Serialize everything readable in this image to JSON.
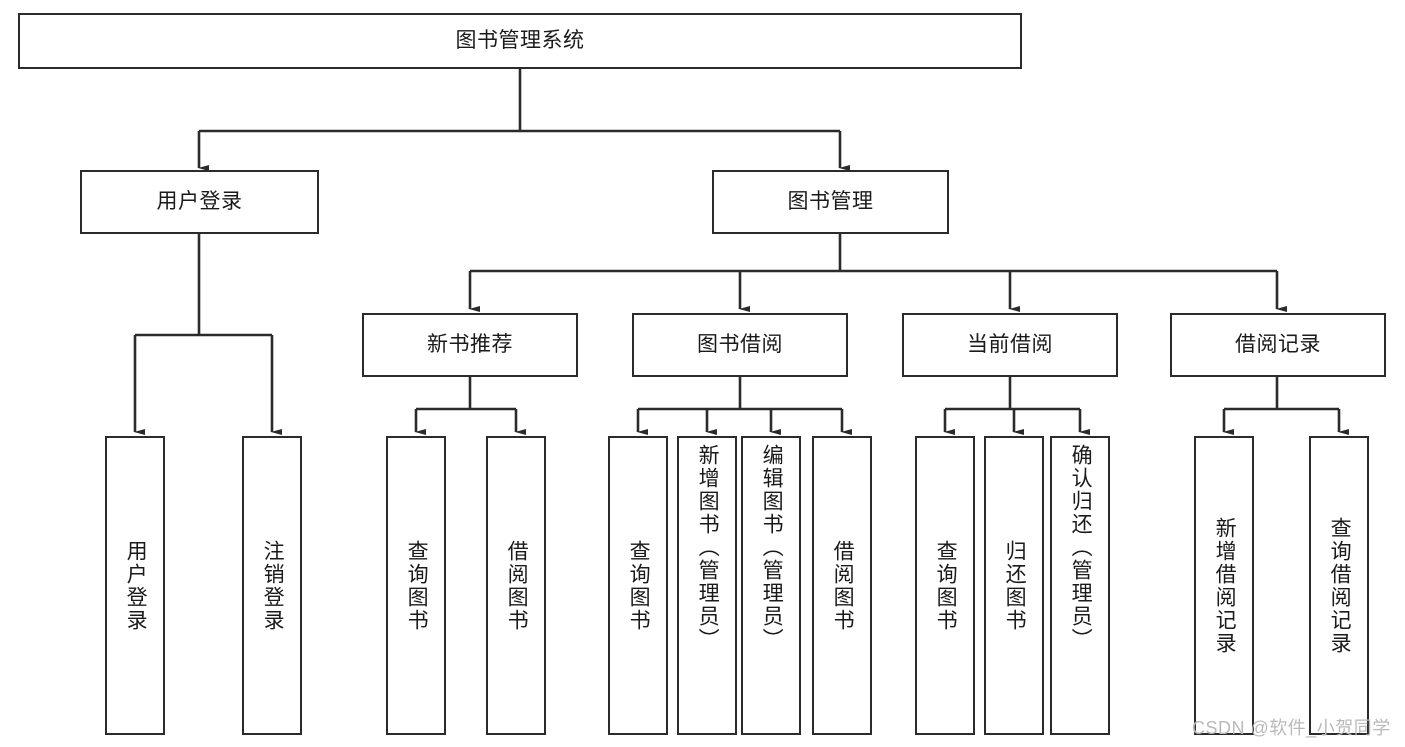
{
  "diagram": {
    "title": "图书管理系统",
    "type": "tree",
    "watermark": "CSDN @软件_小贺同学",
    "colors": {
      "box_border": "#2b2b2b",
      "box_fill": "#ffffff",
      "edge": "#2b2b2b",
      "text": "#1a1a1a",
      "watermark": "#b9b9b9"
    },
    "nodes": {
      "root": {
        "label": "图书管理系统",
        "level": 1,
        "orientation": "horizontal"
      },
      "l2": [
        {
          "id": "user-login",
          "label": "用户登录",
          "level": 2,
          "orientation": "horizontal"
        },
        {
          "id": "book-manage",
          "label": "图书管理",
          "level": 2,
          "orientation": "horizontal"
        }
      ],
      "l3": [
        {
          "id": "new-book-rec",
          "label": "新书推荐",
          "level": 3,
          "orientation": "horizontal"
        },
        {
          "id": "book-borrow",
          "label": "图书借阅",
          "level": 3,
          "orientation": "horizontal"
        },
        {
          "id": "current-borrow",
          "label": "当前借阅",
          "level": 3,
          "orientation": "horizontal"
        },
        {
          "id": "borrow-record",
          "label": "借阅记录",
          "level": 3,
          "orientation": "horizontal"
        }
      ],
      "leaves": [
        {
          "id": "leaf-user-login",
          "label": "用户登录",
          "parent": "用户登录",
          "orientation": "vertical"
        },
        {
          "id": "leaf-logout",
          "label": "注销登录",
          "parent": "用户登录",
          "orientation": "vertical"
        },
        {
          "id": "leaf-query-book-1",
          "label": "查询图书",
          "parent": "新书推荐",
          "orientation": "vertical"
        },
        {
          "id": "leaf-borrow-book-1",
          "label": "借阅图书",
          "parent": "新书推荐",
          "orientation": "vertical"
        },
        {
          "id": "leaf-query-book-2",
          "label": "查询图书",
          "parent": "图书借阅",
          "orientation": "vertical"
        },
        {
          "id": "leaf-add-book",
          "label": "新增图书（管理员）",
          "parent": "图书借阅",
          "orientation": "vertical"
        },
        {
          "id": "leaf-edit-book",
          "label": "编辑图书（管理员）",
          "parent": "图书借阅",
          "orientation": "vertical"
        },
        {
          "id": "leaf-borrow-book-2",
          "label": "借阅图书",
          "parent": "图书借阅",
          "orientation": "vertical"
        },
        {
          "id": "leaf-query-book-3",
          "label": "查询图书",
          "parent": "当前借阅",
          "orientation": "vertical"
        },
        {
          "id": "leaf-return-book",
          "label": "归还图书",
          "parent": "当前借阅",
          "orientation": "vertical"
        },
        {
          "id": "leaf-confirm-return",
          "label": "确认归还（管理员）",
          "parent": "当前借阅",
          "orientation": "vertical"
        },
        {
          "id": "leaf-add-record",
          "label": "新增借阅记录",
          "parent": "借阅记录",
          "orientation": "vertical"
        },
        {
          "id": "leaf-query-record",
          "label": "查询借阅记录",
          "parent": "借阅记录",
          "orientation": "vertical"
        }
      ]
    }
  }
}
